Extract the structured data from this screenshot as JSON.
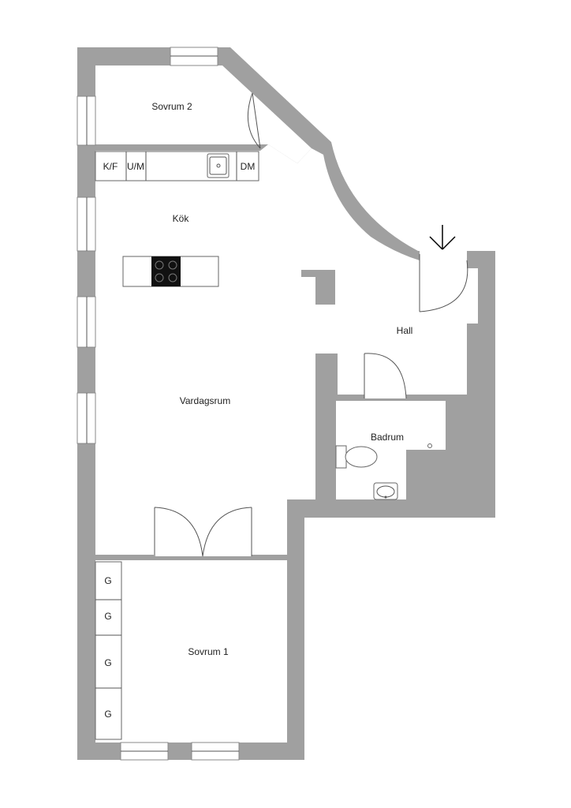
{
  "rooms": {
    "sovrum2": "Sovrum 2",
    "kok": "Kök",
    "vardagsrum": "Vardagsrum",
    "hall": "Hall",
    "badrum": "Badrum",
    "sovrum1": "Sovrum 1"
  },
  "kitchen_units": {
    "kf": "K/F",
    "um": "U/M",
    "dm": "DM"
  },
  "wardrobes": [
    "G",
    "G",
    "G",
    "G"
  ],
  "colors": {
    "wall": "#a0a0a0",
    "floor": "#ffffff",
    "stove": "#111111"
  }
}
